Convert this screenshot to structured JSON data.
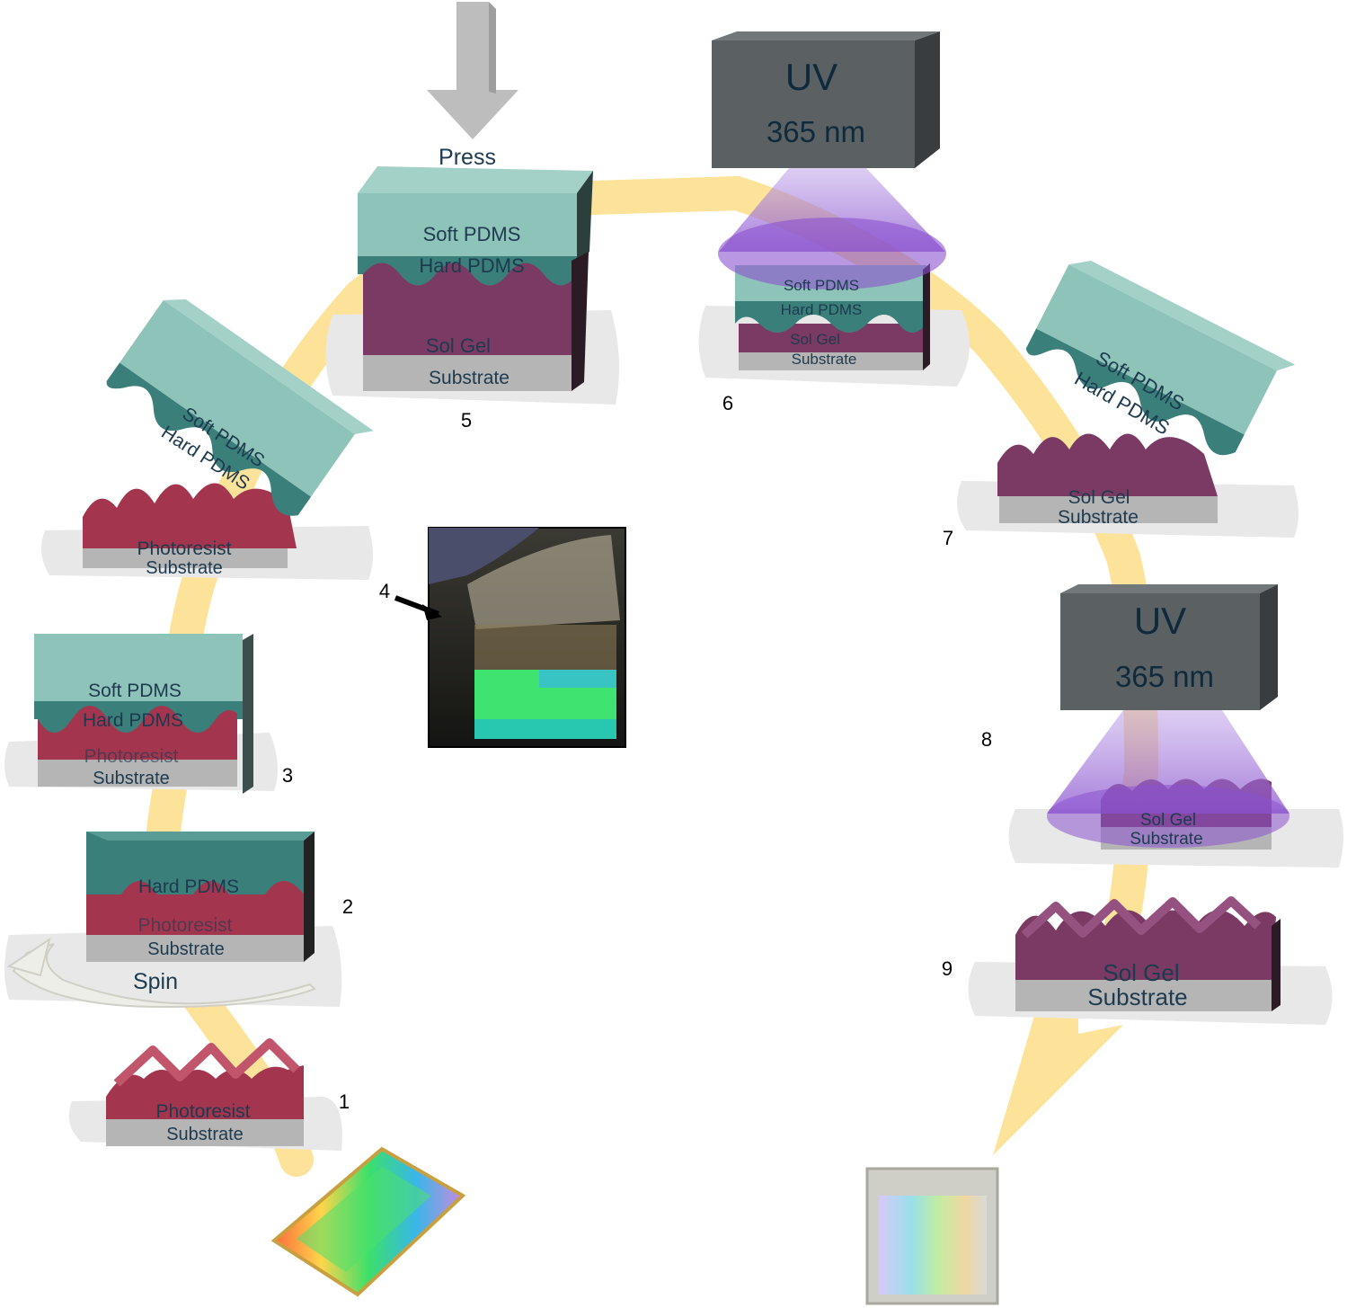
{
  "layers": {
    "soft_pdms": "Soft PDMS",
    "hard_pdms": "Hard PDMS",
    "photoresist": "Photoresist",
    "substrate": "Substrate",
    "sol_gel": "Sol Gel"
  },
  "actions": {
    "press": "Press",
    "spin": "Spin"
  },
  "uv": {
    "label": "UV",
    "wavelength": "365 nm"
  },
  "steps": [
    "1",
    "2",
    "3",
    "4",
    "5",
    "6",
    "7",
    "8",
    "9"
  ],
  "colors": {
    "soft_pdms": "#8ec3b9",
    "hard_pdms": "#3a7f7a",
    "photoresist": "#a3354f",
    "sol_gel": "#7a3a63",
    "substrate": "#b5b5b5",
    "uv_box": "#5b6063",
    "uv_cone": "#9b6fd1",
    "flow_path": "#fde39a",
    "press_arrow": "#bdbdbd"
  }
}
